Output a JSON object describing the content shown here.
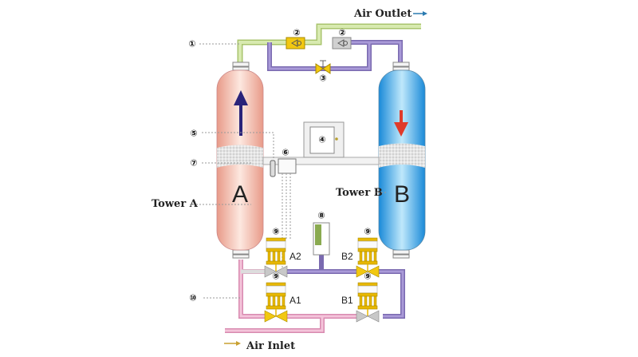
{
  "labels": {
    "air_outlet": "Air Outlet",
    "air_inlet": "Air Inlet",
    "tower_a": "Tower A",
    "tower_b": "Tower B",
    "tower_a_letter": "A",
    "tower_b_letter": "B",
    "valve_a1": "A1",
    "valve_a2": "A2",
    "valve_b1": "B1",
    "valve_b2": "B2"
  },
  "callouts": {
    "c1": "①",
    "c2": "②",
    "c3": "③",
    "c4": "④",
    "c5": "⑤",
    "c6": "⑥",
    "c7": "⑦",
    "c8": "⑧",
    "c9": "⑨",
    "c10": "⑩"
  },
  "colors": {
    "outlet_pipe": "#c8dc9a",
    "purge_pipe": "#8c7cc0",
    "inlet_pipe": "#e8a8c8",
    "tower_a": "#f2b8a8",
    "tower_b": "#2aa0e6",
    "valve_yellow": "#f2c811",
    "valve_gray": "#c8c8c8",
    "arrow_up": "#2a237a",
    "arrow_down": "#e03a2a",
    "outlet_arrow": "#2a7ab0"
  }
}
